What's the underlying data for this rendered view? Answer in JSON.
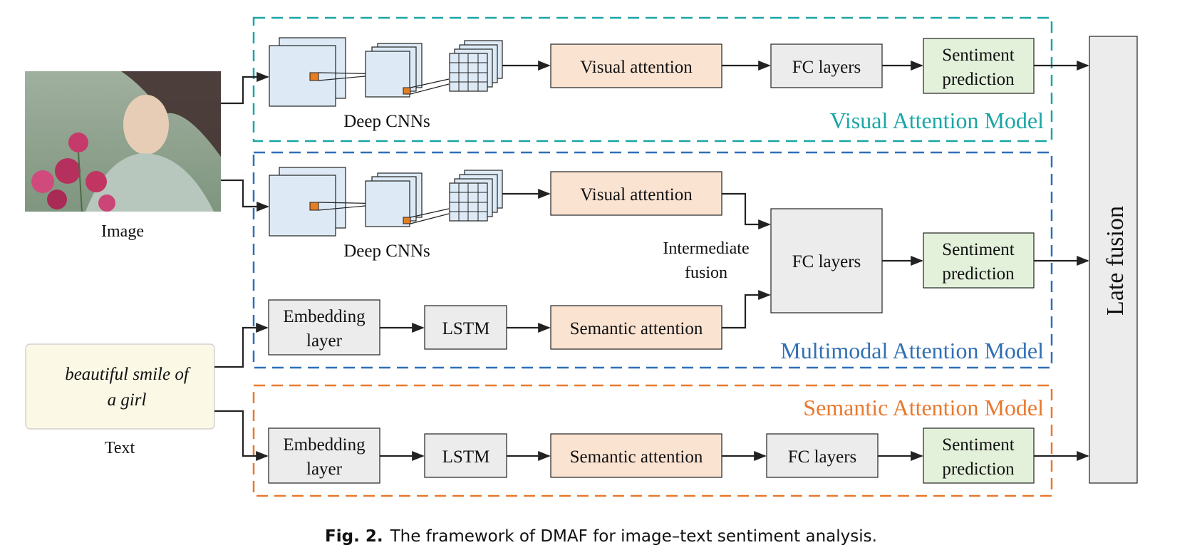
{
  "inputs": {
    "image_label": "Image",
    "text_label": "Text",
    "text_sample_line1": "beautiful smile of",
    "text_sample_line2": "a girl"
  },
  "visual_model": {
    "title": "Visual Attention Model",
    "cnn_label": "Deep CNNs",
    "attention_label": "Visual attention",
    "fc_label": "FC layers",
    "prediction_line1": "Sentiment",
    "prediction_line2": "prediction"
  },
  "multimodal_model": {
    "title": "Multimodal Attention Model",
    "cnn_label": "Deep CNNs",
    "visual_attention_label": "Visual attention",
    "embedding_line1": "Embedding",
    "embedding_line2": "layer",
    "lstm_label": "LSTM",
    "semantic_attention_label": "Semantic attention",
    "fusion_line1": "Intermediate",
    "fusion_line2": "fusion",
    "fc_label": "FC layers",
    "prediction_line1": "Sentiment",
    "prediction_line2": "prediction"
  },
  "semantic_model": {
    "title": "Semantic Attention Model",
    "embedding_line1": "Embedding",
    "embedding_line2": "layer",
    "lstm_label": "LSTM",
    "semantic_attention_label": "Semantic attention",
    "fc_label": "FC layers",
    "prediction_line1": "Sentiment",
    "prediction_line2": "prediction"
  },
  "late_fusion_label": "Late fusion",
  "caption": {
    "prefix": "Fig. 2.",
    "text": "The framework of DMAF for image–text sentiment analysis."
  },
  "colors": {
    "visual_model": "#1aa6a6",
    "multimodal_model": "#2f6fb5",
    "semantic_model": "#e8792e",
    "attention_fill": "#fbe3d2",
    "prediction_fill": "#e3f1da",
    "layer_fill": "#ececec",
    "cnn_fill": "#ddeaf6",
    "text_box_fill": "#fcf8e6",
    "feature_square": "#e67e22"
  },
  "icons": [
    "photo-of-girl-with-flowers"
  ]
}
